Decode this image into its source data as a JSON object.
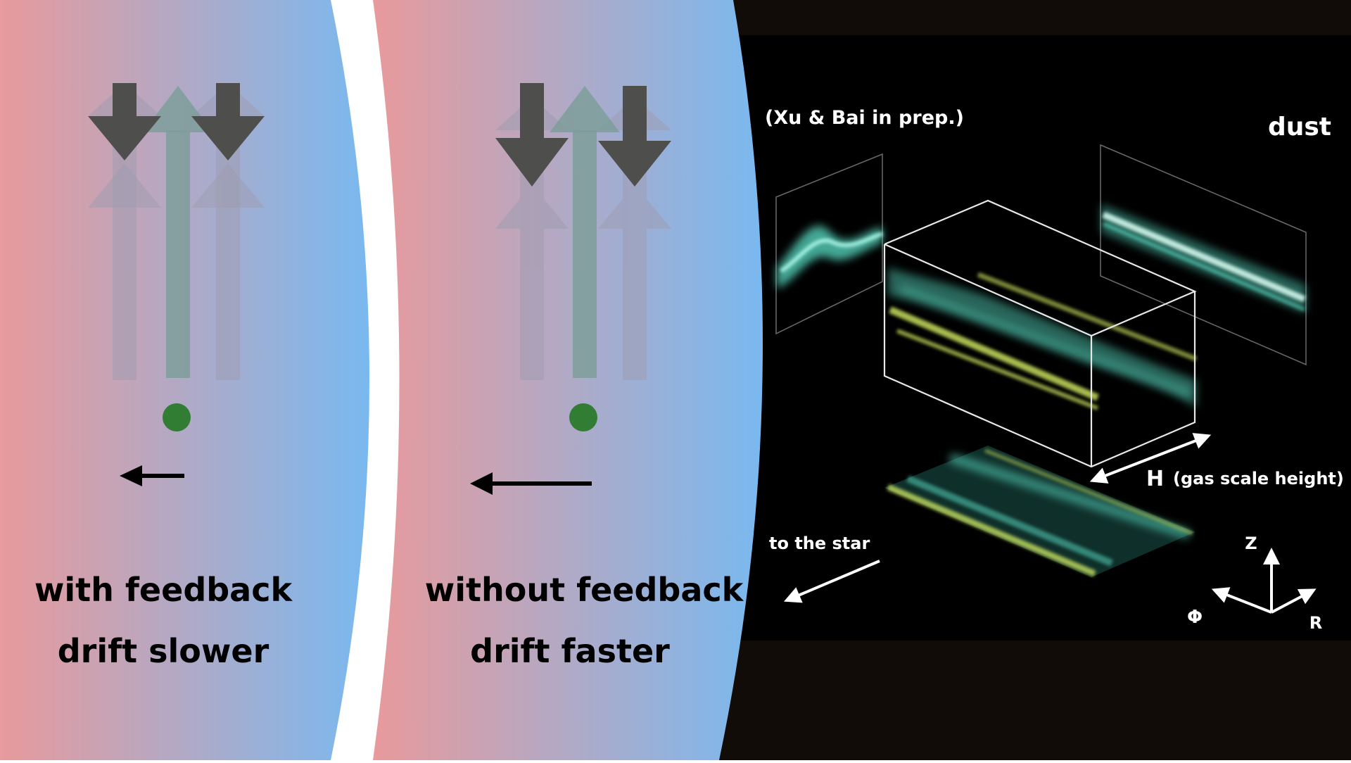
{
  "left_panel": {
    "caption_line1": "with feedback",
    "caption_line2": "drift slower"
  },
  "middle_panel": {
    "caption_line1": "without feedback",
    "caption_line2": "drift faster"
  },
  "right_panel": {
    "citation": "(Xu & Bai in prep.)",
    "dust_label": "dust",
    "h_label": "H",
    "h_note": "(gas scale height)",
    "star_label": "to the star",
    "axis_z": "Z",
    "axis_phi": "Φ",
    "axis_r": "R"
  },
  "colors": {
    "gradient_start": "#e89a9c",
    "gradient_end": "#79b9f0",
    "down_arrow": "#4e4e4c",
    "up_arrow_teal": "#7e9e9a",
    "up_arrow_faint": "#9e9cb0",
    "particle": "#317d34",
    "dust_teal": "#5ce0c8",
    "dust_yellow": "#d2ea62"
  }
}
